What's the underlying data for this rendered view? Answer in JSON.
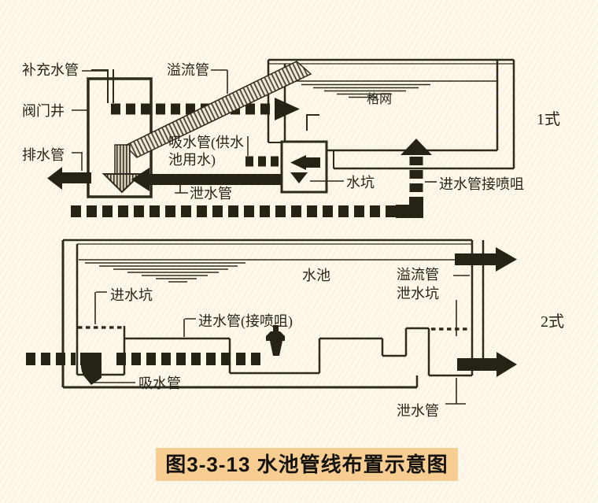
{
  "figure": {
    "caption": "图3-3-13 水池管线布置示意图",
    "colors": {
      "background": "#fcf8ec",
      "ink": "#2f2a1e",
      "caption_bg": "#f8cd92"
    }
  },
  "diagram1": {
    "type_tag": "1式",
    "labels": {
      "supply_pipe": "补充水管",
      "overflow_pipe": "溢流管",
      "valve_well": "阀门井",
      "drain_pipe": "排水管",
      "suction_pipe_line1": "吸水管(供水",
      "suction_pipe_line2": "池用水)",
      "screen": "格网",
      "discharge_pipe": "泄水管",
      "water_pit": "水坑",
      "inlet_pipe_nozzle": "进水管接喷咀"
    }
  },
  "diagram2": {
    "type_tag": "2式",
    "labels": {
      "pool": "水池",
      "inlet_pit": "进水坑",
      "inlet_pipe_nozzle": "进水管(接喷咀)",
      "suction_pipe": "吸水管",
      "overflow_pipe": "溢流管",
      "discharge_pit": "泄水坑",
      "discharge_pipe": "泄水管"
    }
  }
}
